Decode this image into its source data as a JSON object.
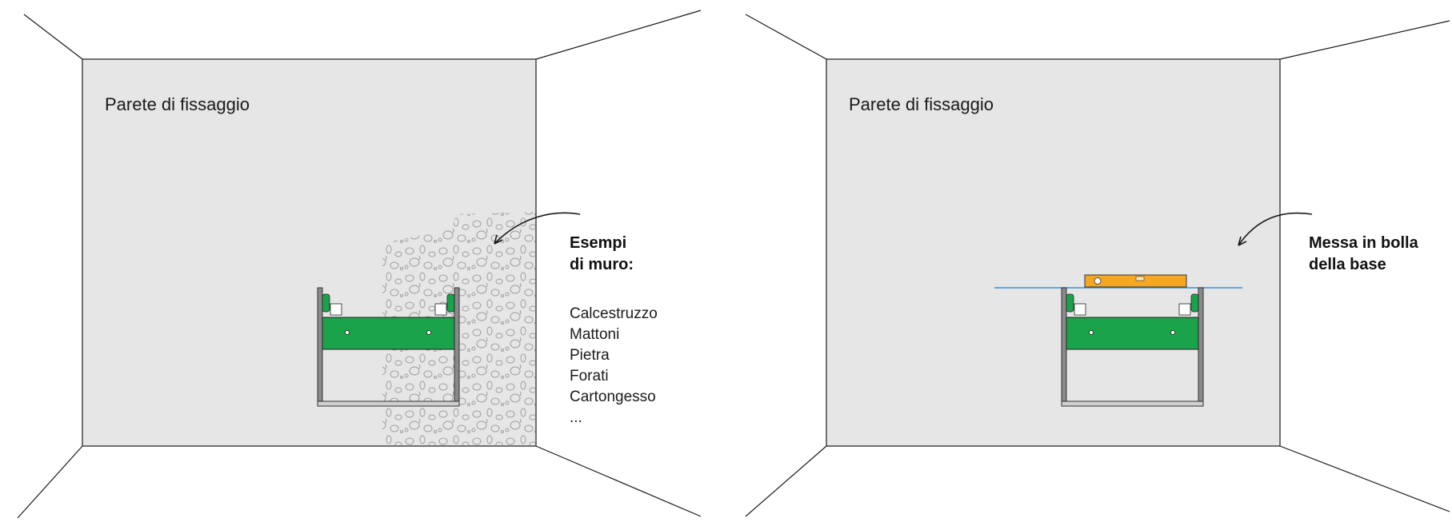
{
  "colors": {
    "wall": "#e6e6e6",
    "line": "#1a1a1a",
    "base_green": "#1aa34a",
    "frame_gray": "#8a8a8a",
    "level_orange": "#f5a623",
    "level_line": "#3a8fd9"
  },
  "panels": [
    {
      "wall_label": "Parete di fissaggio",
      "callout_title": [
        "Esempi",
        "di muro:"
      ],
      "callout_list": [
        "Calcestruzzo",
        "Mattoni",
        "Pietra",
        "Forati",
        "Cartongesso",
        "..."
      ]
    },
    {
      "wall_label": "Parete di fissaggio",
      "callout_title": [
        "Messa in bolla",
        "della base"
      ]
    }
  ]
}
